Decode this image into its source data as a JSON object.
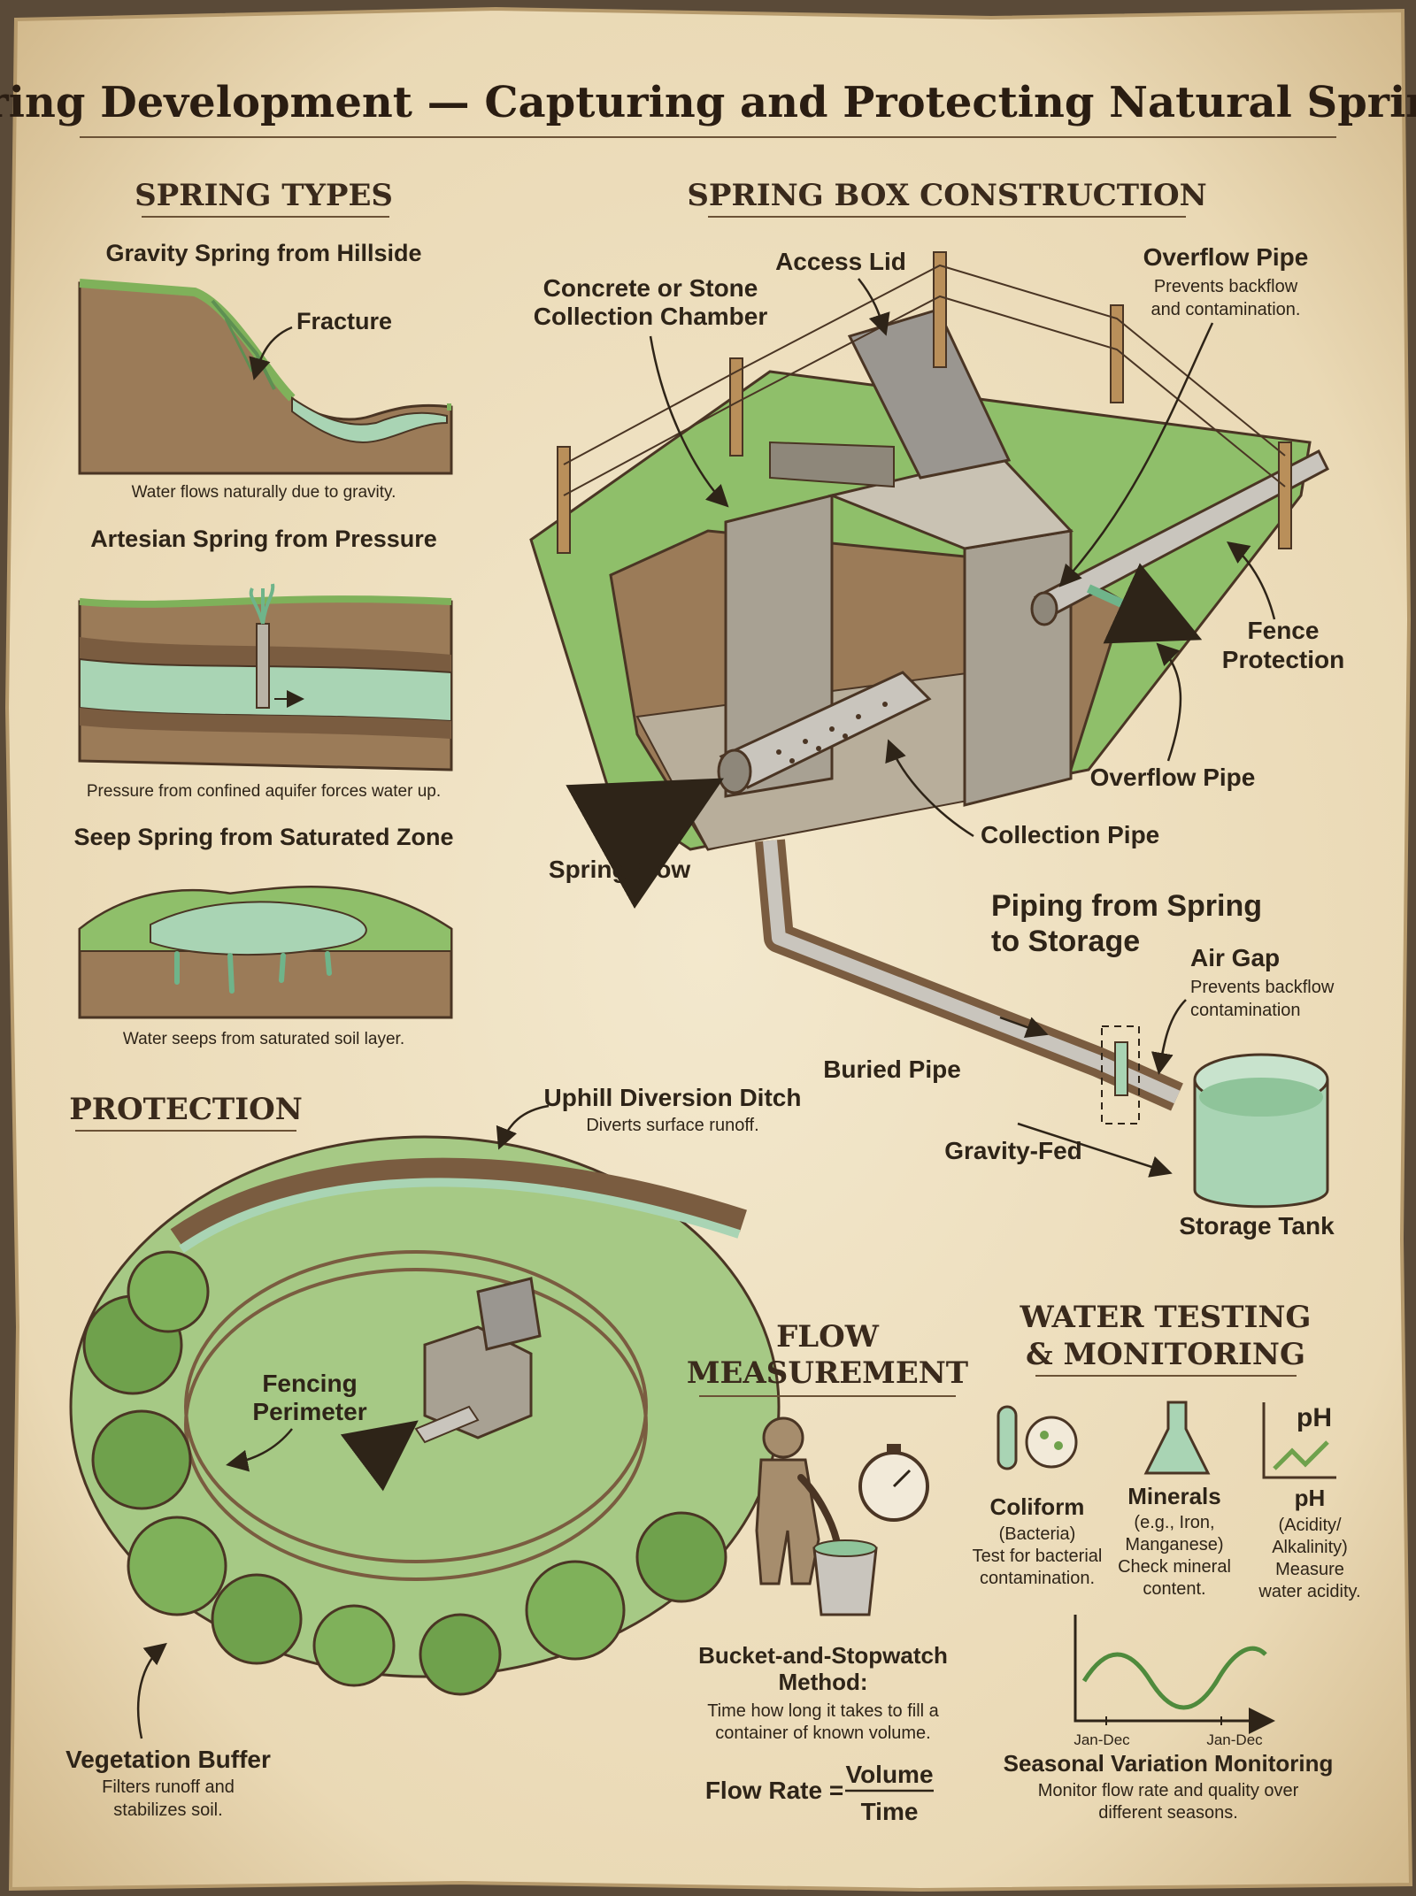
{
  "title": "Spring Development — Capturing and Protecting Natural Springs",
  "spring_types": {
    "heading": "SPRING TYPES",
    "gravity": {
      "title": "Gravity Spring from Hillside",
      "label": "Fracture",
      "caption": "Water flows naturally due to gravity."
    },
    "artesian": {
      "title": "Artesian Spring from Pressure",
      "caption": "Pressure from confined aquifer forces water up."
    },
    "seep": {
      "title": "Seep Spring from Saturated Zone",
      "caption": "Water seeps from saturated soil layer."
    }
  },
  "spring_box": {
    "heading": "SPRING BOX CONSTRUCTION",
    "access_lid": "Access Lid",
    "chamber": [
      "Concrete or Stone",
      "Collection Chamber"
    ],
    "overflow_top": "Overflow Pipe",
    "overflow_note": [
      "Prevents backflow",
      "and contamination."
    ],
    "fence": [
      "Fence",
      "Protection"
    ],
    "overflow_bottom": "Overflow Pipe",
    "collection_pipe": "Collection Pipe",
    "spring_flow": "Spring Flow"
  },
  "piping": {
    "heading": [
      "Piping from Spring",
      "to Storage"
    ],
    "air_gap": "Air Gap",
    "air_gap_note": [
      "Prevents backflow",
      "contamination"
    ],
    "buried_pipe": "Buried Pipe",
    "gravity_fed": "Gravity-Fed",
    "storage_tank": "Storage Tank"
  },
  "protection": {
    "heading": "PROTECTION",
    "ditch": "Uphill Diversion Ditch",
    "ditch_note": "Diverts surface runoff.",
    "fencing": [
      "Fencing",
      "Perimeter"
    ],
    "vegetation": "Vegetation Buffer",
    "vegetation_note": [
      "Filters runoff and",
      "stabilizes soil."
    ]
  },
  "flow": {
    "heading": [
      "FLOW",
      "MEASUREMENT"
    ],
    "method": [
      "Bucket-and-Stopwatch",
      "Method:"
    ],
    "desc": [
      "Time how long it takes to fill a",
      "container of known volume."
    ],
    "formula_left": "Flow Rate =",
    "numerator": "Volume",
    "denominator": "Time"
  },
  "testing": {
    "heading": [
      "WATER TESTING",
      "& MONITORING"
    ],
    "coliform": [
      "Coliform",
      "(Bacteria)",
      "Test for bacterial",
      "contamination."
    ],
    "minerals": [
      "Minerals",
      "(e.g., Iron,",
      "Manganese)",
      "Check mineral",
      "content."
    ],
    "ph_icon": "pH",
    "ph": [
      "pH",
      "(Acidity/",
      "Alkalinity)",
      "Measure",
      "water acidity."
    ],
    "axis_left": "Jan-Dec",
    "axis_right": "Jan-Dec",
    "seasonal": "Seasonal Variation Monitoring",
    "seasonal_note": [
      "Monitor flow rate and quality over",
      "different seasons."
    ]
  },
  "colors": {
    "parchment": "#efe2c4",
    "ink": "#3a2a1c",
    "grass": "#8fbf6a",
    "water": "#a9d4b4",
    "soil": "#9b7b58",
    "stone": "#a8a193"
  }
}
